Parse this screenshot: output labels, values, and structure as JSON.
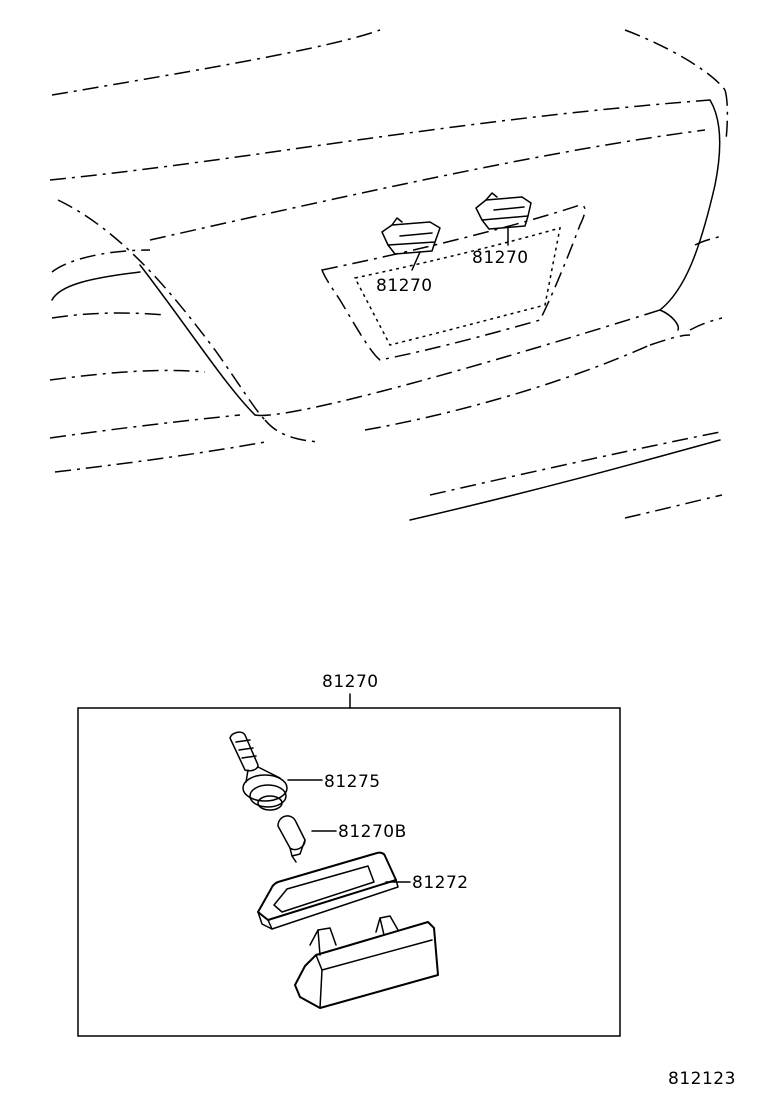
{
  "vehicle_view": {
    "callouts": [
      {
        "part_no": "81270"
      },
      {
        "part_no": "81270"
      }
    ]
  },
  "assembly": {
    "title_part_no": "81270",
    "parts": [
      {
        "part_no": "81275"
      },
      {
        "part_no": "81270B"
      },
      {
        "part_no": "81272"
      }
    ]
  },
  "figure_code": "812123"
}
